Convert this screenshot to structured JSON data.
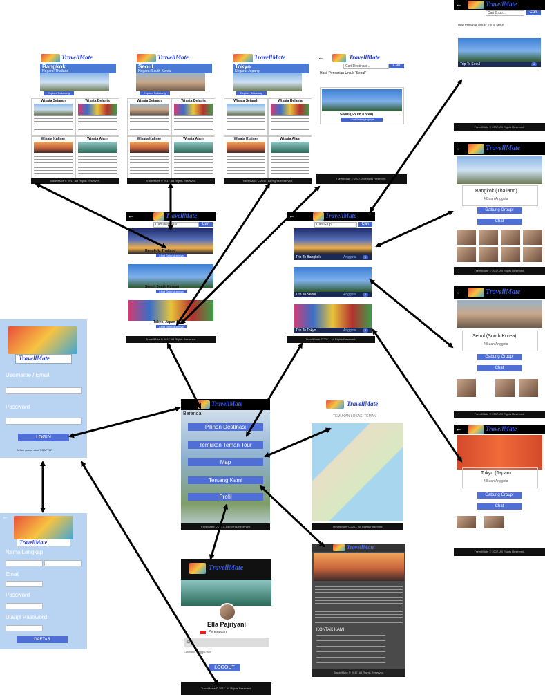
{
  "app": {
    "brand": "TravellMate",
    "copyright": "TravellMate © 2017. All Rights Reserved."
  },
  "login": {
    "username_label": "Username / Email",
    "password_label": "Password",
    "login_button": "LOGIN",
    "register_prompt": "Belum punya akun? DAFTAR"
  },
  "register": {
    "back_icon": "arrow-left-icon",
    "name_label": "Nama Lengkap",
    "email_label": "Email",
    "password_label": "Password",
    "confirm_label": "Ulangi Password",
    "submit_button": "DAFTAR"
  },
  "menu": {
    "greeting": "Beranda",
    "buttons": [
      "Pilihan Destinasi",
      "Temukan Teman Tour",
      "Map",
      "Tentang Kami",
      "Profil"
    ]
  },
  "map_screen": {
    "title": "TEMUKAN LOKASI TEMAN"
  },
  "profile": {
    "name": "Ella Pajriyani",
    "gender": "Perempuan",
    "field_placeholder": "Se...",
    "dob": "Cotobahi, tanggal lahir",
    "logout_button": "LOGOUT"
  },
  "about": {
    "contact_heading": "KONTAK KAMI"
  },
  "destination_list": {
    "search_placeholder": "Cari Destinasi...",
    "search_button": "Cari",
    "cards": [
      {
        "title": "Bangkok, Thailand",
        "button": "Lihat Selengkapnya"
      },
      {
        "title": "Seoul, South Korean",
        "button": "Lihat Selengkapnya"
      },
      {
        "title": "Tokyo, Japan",
        "button": "Lihat Selengkapnya"
      }
    ]
  },
  "details": [
    {
      "city": "Bangkok",
      "country": "Negara: Thailand",
      "cta": "Explore Sekarang"
    },
    {
      "city": "Seoul",
      "country": "Negara: South Korea",
      "cta": "Explore Sekarang"
    },
    {
      "city": "Tokyo",
      "country": "Negara: Jepang",
      "cta": "Explore Sekarang"
    }
  ],
  "detail_sections": [
    "Wisata Sejarah",
    "Wisata Belanja",
    "Wisata Kuliner",
    "Wisata Alam"
  ],
  "search_result": {
    "placeholder": "Cari Destinasi...",
    "button": "Cari",
    "result_text": "Hasil Pencarian Untuk \"Seoul\"",
    "card_title": "Seoul (South Korea)",
    "card_button": "Lihat Selengkapnya"
  },
  "tour_list": {
    "search_placeholder": "Cari Grup...",
    "search_button": "Cari",
    "items": [
      {
        "title": "Trip To Bangkok",
        "members": "Anggota",
        "count": "4"
      },
      {
        "title": "Trip To Seoul",
        "members": "Anggota",
        "count": "4"
      },
      {
        "title": "Trip To Tokyo",
        "members": "Anggota",
        "count": "4"
      }
    ]
  },
  "tour_search": {
    "placeholder": "Cari Grup...",
    "button": "Cari",
    "result_text": "Hasil Pencarian Untuk \"Trip To Seoul\"",
    "item_title": "Trip To Seoul",
    "item_count": "4"
  },
  "groups": [
    {
      "name": "Bangkok (Thailand)",
      "members": "4 Buah Anggota",
      "join": "Gabung Group!",
      "chat": "Chat"
    },
    {
      "name": "Seoul (South Korea)",
      "members": "4 Buah Anggota",
      "join": "Gabung Group!",
      "chat": "Chat"
    },
    {
      "name": "Tokyo (Japan)",
      "members": "4 Buah Anggota",
      "join": "Gabung Group!",
      "chat": "Chat"
    }
  ],
  "colors": {
    "login_bg": "#b9d3f3",
    "primary_button": "#4466cc",
    "brand_blue": "#1f3bd1",
    "footer": "#111111",
    "arrow": "#000000",
    "about_bg": "#4a4a4a"
  }
}
